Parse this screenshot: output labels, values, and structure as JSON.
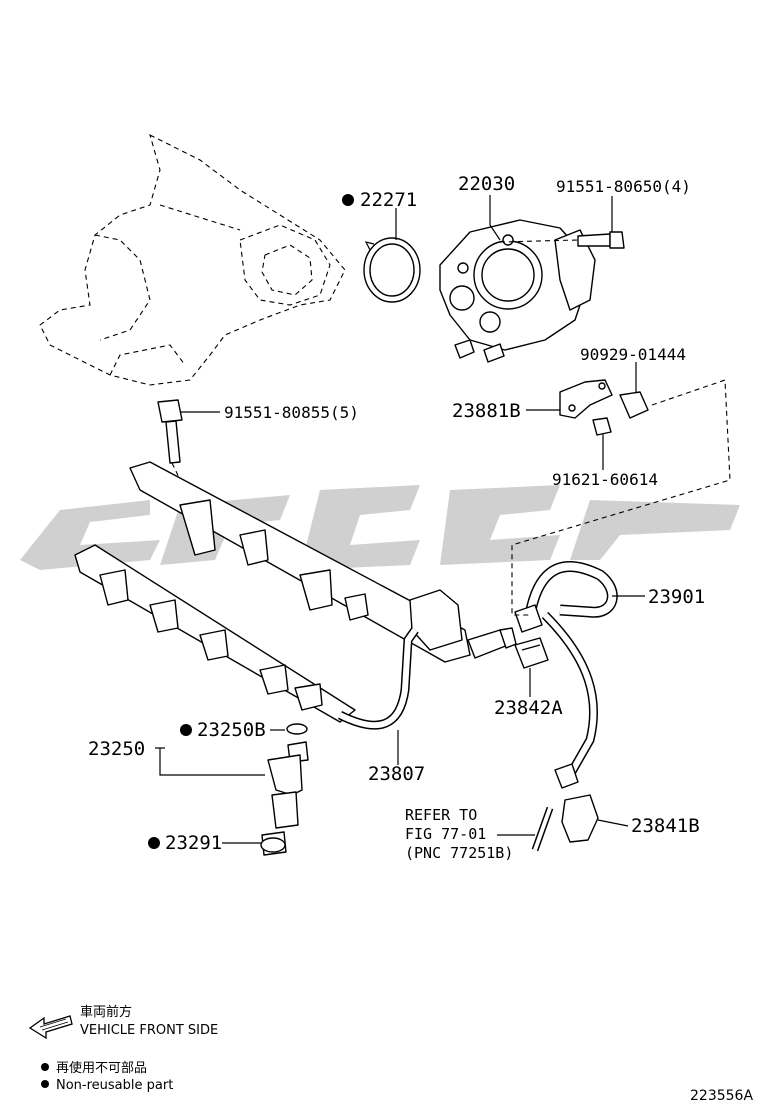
{
  "parts": {
    "p22271": "22271",
    "p22030": "22030",
    "p9155180650": "91551-80650(4)",
    "p9155180855": "91551-80855(5)",
    "p9092901444": "90929-01444",
    "p23881B": "23881B",
    "p9162160614": "91621-60614",
    "p23901": "23901",
    "p23842A": "23842A",
    "p23250B": "23250B",
    "p23250": "23250",
    "p23807": "23807",
    "p23291": "23291",
    "p23841B": "23841B"
  },
  "reference": {
    "line1": "REFER TO",
    "line2": "FIG 77-01",
    "line3": "(PNC 77251B)"
  },
  "legend": {
    "front_cn": "車両前方",
    "front_en": "VEHICLE FRONT SIDE",
    "nonreuse_cn": "再使用不可部品",
    "nonreuse_en": "Non-reusable part"
  },
  "diagram_id": "223556A",
  "icons": {
    "non_reusable_marker": "filled-dot-icon",
    "front_direction": "arrow-left-icon"
  },
  "colors": {
    "ink": "#000000",
    "watermark": "#c8c8c8"
  }
}
